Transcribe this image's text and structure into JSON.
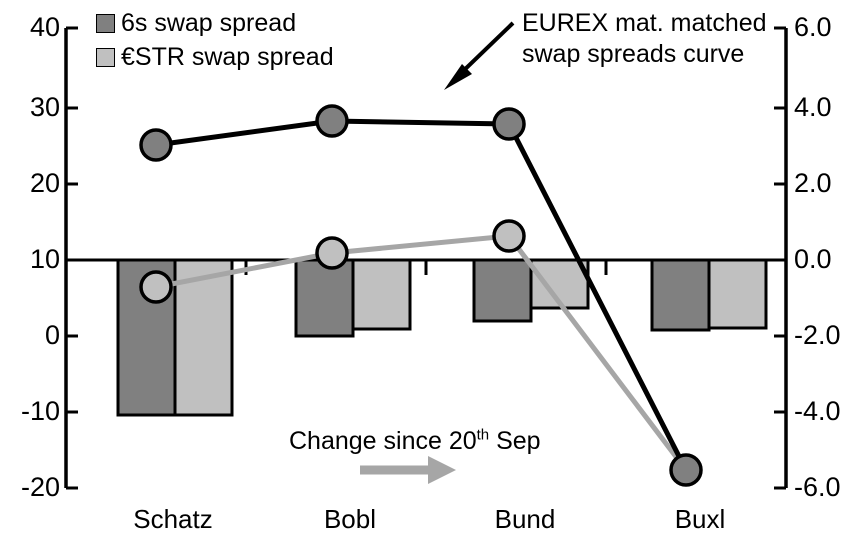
{
  "chart_data": {
    "type": "bar",
    "title": "",
    "categories": [
      "Schatz",
      "Bobl",
      "Bund",
      "Buxl"
    ],
    "xlabel": "",
    "ylabel_left": "",
    "ylabel_right": "",
    "ylim_left": [
      -20,
      40
    ],
    "ylim_right": [
      -6.0,
      6.0
    ],
    "yticks_left": [
      "40",
      "30",
      "20",
      "10",
      "0",
      "-10",
      "-20"
    ],
    "yticks_left_values": [
      40,
      30,
      20,
      10,
      0,
      -10,
      -20
    ],
    "yticks_right": [
      "6.0",
      "4.0",
      "2.0",
      "0.0",
      "-2.0",
      "-4.0",
      "-6.0"
    ],
    "yticks_right_values": [
      6.0,
      4.0,
      2.0,
      0.0,
      -2.0,
      -4.0,
      -6.0
    ],
    "grid": false,
    "legend_position": "top-left",
    "zero_line_right_axis": 0.0,
    "series": [
      {
        "name": "6s swap spread",
        "type": "bar",
        "axis": "right",
        "color": "#808080",
        "edge_color": "#000000",
        "values": [
          -4.05,
          -2.0,
          -1.6,
          -1.85
        ]
      },
      {
        "name": "€STR swap spread",
        "type": "bar",
        "axis": "right",
        "color": "#c0c0c0",
        "edge_color": "#000000",
        "values": [
          -4.05,
          -1.82,
          -1.25,
          -1.78
        ]
      },
      {
        "name": "EUREX mat. matched swap spreads curve",
        "type": "line",
        "axis": "left",
        "color": "#000000",
        "marker_color": "#808080",
        "values": [
          24.7,
          27.9,
          27.4,
          -17.8
        ]
      },
      {
        "name": "Change since 20th Sep",
        "type": "line",
        "axis": "left",
        "color": "#a6a6a6",
        "marker_color": "#c0c0c0",
        "values": [
          6.2,
          10.6,
          12.7,
          -18.2
        ]
      }
    ]
  },
  "legend": {
    "items": [
      {
        "label": "6s swap spread",
        "color": "#808080"
      },
      {
        "label": "€STR swap spread",
        "color": "#c0c0c0"
      }
    ]
  },
  "annotations": {
    "eurex": {
      "line1": "EUREX mat. matched",
      "line2": "swap spreads curve"
    },
    "change": {
      "prefix": "Change since 20",
      "sup": "th",
      "suffix": " Sep",
      "arrow_color": "#a6a6a6"
    }
  },
  "axes": {
    "left_ticks": [
      "40",
      "30",
      "20",
      "10",
      "0",
      "-10",
      "-20"
    ],
    "right_ticks": [
      "6.0",
      "4.0",
      "2.0",
      "0.0",
      "-2.0",
      "-4.0",
      "-6.0"
    ],
    "categories": [
      "Schatz",
      "Bobl",
      "Bund",
      "Buxl"
    ]
  },
  "colors": {
    "dark_bar": "#808080",
    "light_bar": "#c0c0c0",
    "black_line": "#000000",
    "gray_line": "#a6a6a6",
    "axis": "#000000"
  }
}
